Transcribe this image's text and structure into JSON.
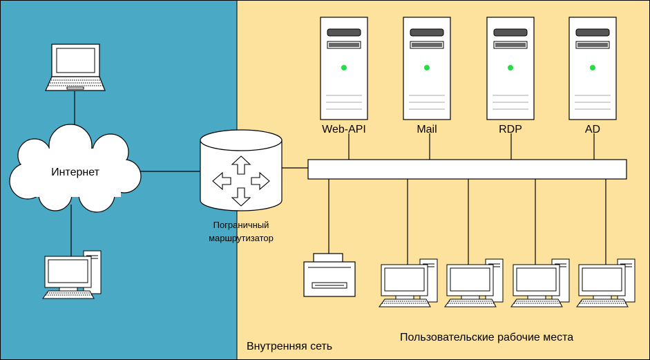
{
  "zones": {
    "external": {
      "color": "#4aa9c4"
    },
    "internal": {
      "label": "Внутренняя сеть",
      "color": "#fde29d"
    }
  },
  "internet": {
    "label": "Интернет"
  },
  "router": {
    "label_line1": "Пограничный",
    "label_line2": "маршрутизатор"
  },
  "servers": [
    {
      "label": "Web-API"
    },
    {
      "label": "Mail"
    },
    {
      "label": "RDP"
    },
    {
      "label": "AD"
    }
  ],
  "workstations": {
    "label": "Пользовательские рабочие места"
  },
  "colors": {
    "led": "#22dd44",
    "line": "#000000",
    "device_fill": "#ffffff"
  },
  "icons": [
    "laptop-icon",
    "cloud-icon",
    "desktop-computer-icon",
    "router-icon",
    "server-icon",
    "printer-icon",
    "network-switch-icon"
  ]
}
